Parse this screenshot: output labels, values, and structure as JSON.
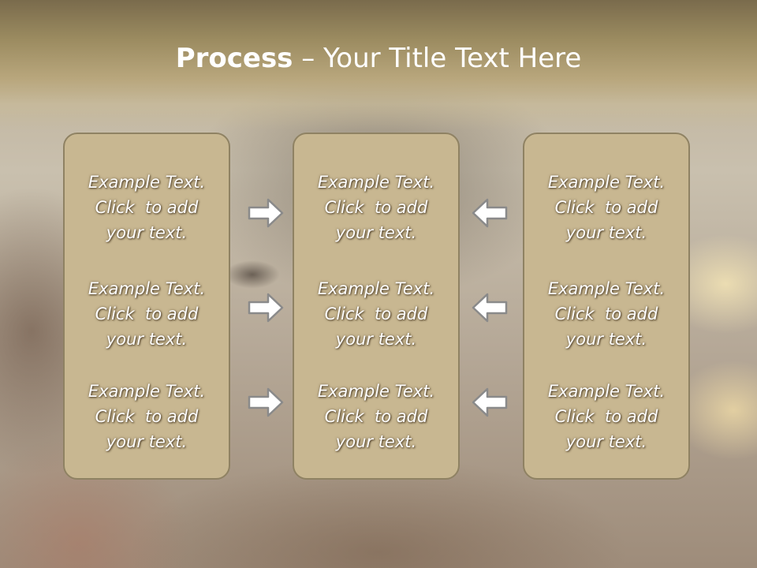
{
  "header": {
    "title_bold": "Process",
    "title_rest": " – Your Title Text Here"
  },
  "columns": [
    {
      "name": "left",
      "blocks": [
        {
          "line1": "Example Text.",
          "line2": "Click  to add",
          "line3": "your text."
        },
        {
          "line1": "Example Text.",
          "line2": "Click  to add",
          "line3": "your text."
        },
        {
          "line1": "Example Text.",
          "line2": "Click  to add",
          "line3": "your text."
        }
      ]
    },
    {
      "name": "center",
      "blocks": [
        {
          "line1": "Example Text.",
          "line2": "Click  to add",
          "line3": "your text."
        },
        {
          "line1": "Example Text.",
          "line2": "Click  to add",
          "line3": "your text."
        },
        {
          "line1": "Example Text.",
          "line2": "Click  to add",
          "line3": "your text."
        }
      ]
    },
    {
      "name": "right",
      "blocks": [
        {
          "line1": "Example Text.",
          "line2": "Click  to add",
          "line3": "your text."
        },
        {
          "line1": "Example Text.",
          "line2": "Click  to add",
          "line3": "your text."
        },
        {
          "line1": "Example Text.",
          "line2": "Click  to add",
          "line3": "your text."
        }
      ]
    }
  ],
  "arrows": {
    "left_group": "right-arrow-icon",
    "right_group": "left-arrow-icon"
  },
  "colors": {
    "header": "#9b8b60",
    "box_fill": "#c8b791",
    "box_border": "#8f8263",
    "text": "#ffffff"
  }
}
